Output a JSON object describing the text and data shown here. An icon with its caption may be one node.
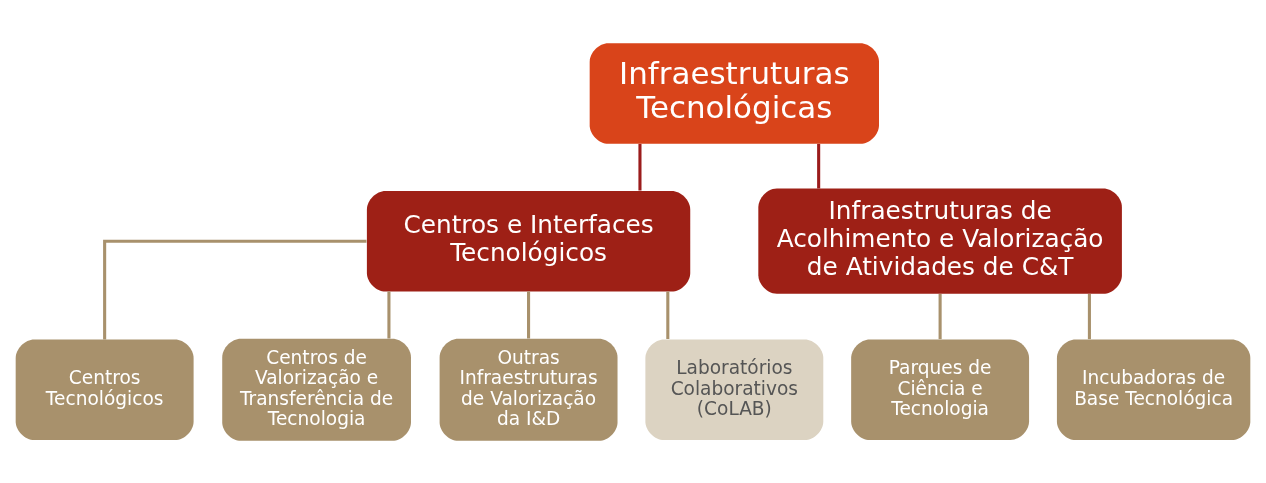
{
  "diagram": {
    "nodes": [
      {
        "text": [
          "Infraestruturas Tecnológicas"
        ]
      },
      {
        "text": [
          "Centros e Interfaces Tecnológicos"
        ]
      },
      {
        "text": [
          "Infraestruturas de Acolhimento e Valorização de Atividades de C&T"
        ]
      },
      {
        "text": [
          "Centros Tecnológicos"
        ]
      },
      {
        "text": [
          "Centros de Valorização e Transferência de Tecnologia"
        ]
      },
      {
        "text": [
          "Outras Infraestruturas de Valorização da I&D"
        ]
      },
      {
        "text": [
          "Laboratórios Colaborativos (CoLAB)"
        ]
      },
      {
        "text": [
          "Parques de Ciência e Tecnologia"
        ]
      },
      {
        "text": [
          "Incubadoras de Base Tecnológica"
        ]
      }
    ],
    "edges": [
      {
        "from": 0,
        "to": 1,
        "arrow": "none",
        "color": "#9b1c1c"
      },
      {
        "from": 0,
        "to": 2,
        "arrow": "none",
        "color": "#9b1c1c"
      },
      {
        "from": 1,
        "to": 3,
        "arrow": "none"
      },
      {
        "from": 1,
        "to": 4,
        "arrow": "none"
      },
      {
        "from": 1,
        "to": 5,
        "arrow": "none"
      },
      {
        "from": 1,
        "to": 6,
        "arrow": "none"
      },
      {
        "from": 2,
        "to": 7,
        "arrow": "none"
      },
      {
        "from": 2,
        "to": 8,
        "arrow": "none"
      }
    ]
  }
}
